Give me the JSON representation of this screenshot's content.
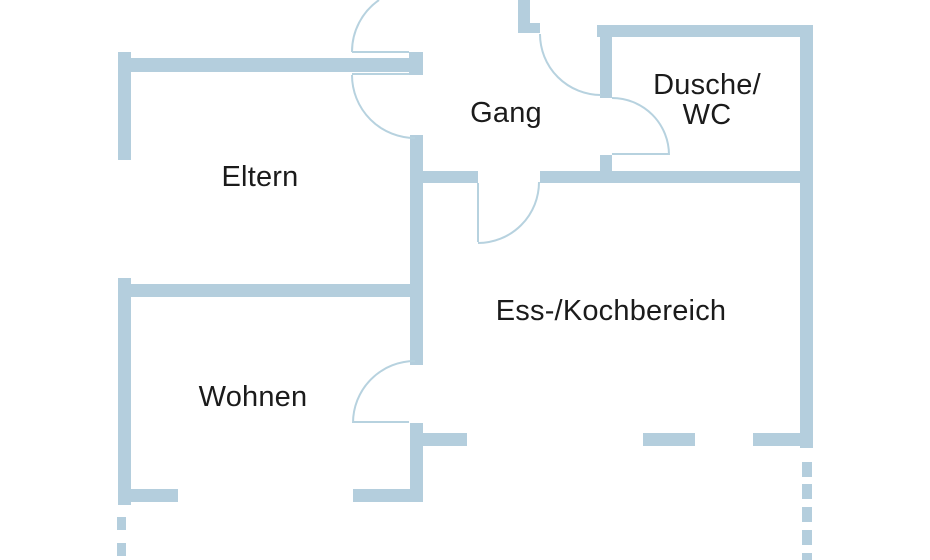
{
  "colors": {
    "wall": "#b4cedd",
    "door_swing": "#b7d2df",
    "text": "#1b1b1b",
    "background": "#ffffff"
  },
  "rooms": [
    {
      "id": "eltern",
      "label": "Eltern"
    },
    {
      "id": "gang",
      "label": "Gang"
    },
    {
      "id": "dusche-wc",
      "line1": "Dusche/",
      "line2": "WC"
    },
    {
      "id": "ess-kochbereich",
      "label": "Ess-/Kochbereich"
    },
    {
      "id": "wohnen",
      "label": "Wohnen"
    }
  ]
}
